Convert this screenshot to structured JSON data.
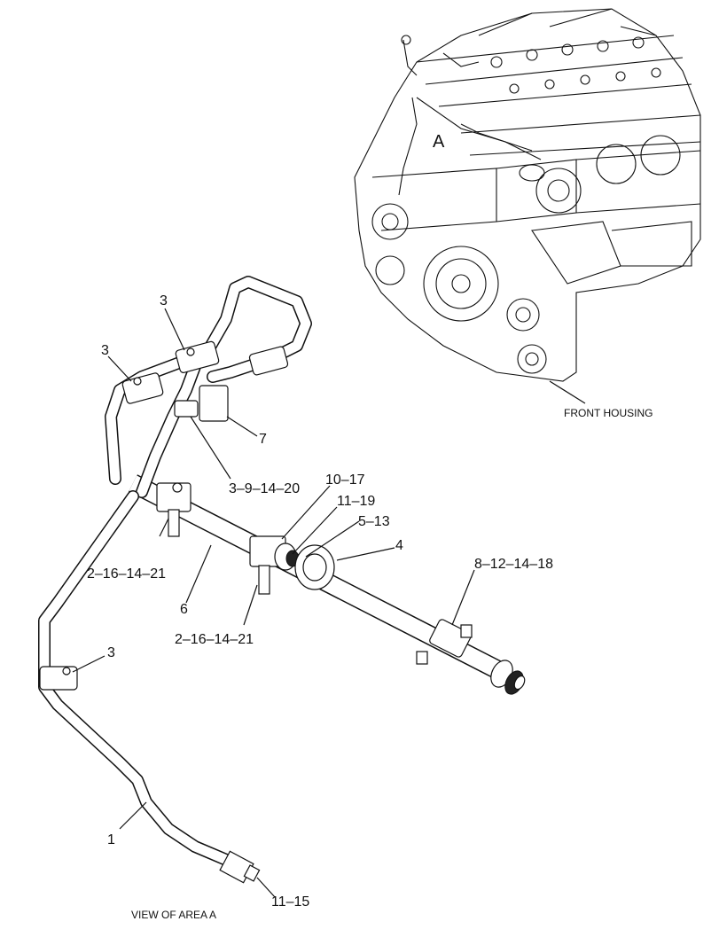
{
  "callouts": {
    "front_housing": "FRONT HOUSING",
    "area_a_marker": "A",
    "view_caption": "VIEW OF AREA  A",
    "c3_top": "3",
    "c3_left": "3",
    "c7": "7",
    "c3_9_14_20": "3–9–14–20",
    "c10_17": "10–17",
    "c11_19": "11–19",
    "c5_13": "5–13",
    "c4": "4",
    "c8_12_14_18": "8–12–14–18",
    "c2_16_14_21_left": "2–16–14–21",
    "c6": "6",
    "c2_16_14_21_mid": "2–16–14–21",
    "c3_lower": "3",
    "c1": "1",
    "c11_15": "11–15"
  }
}
